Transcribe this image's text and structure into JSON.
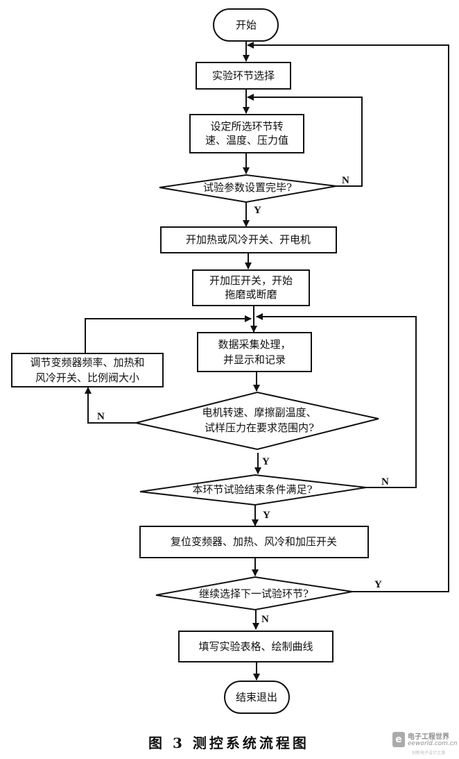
{
  "figure": {
    "caption": "图 3   测控系统流程图"
  },
  "nodes": {
    "start": {
      "type": "terminal",
      "label": "开始"
    },
    "select_stage": {
      "type": "process",
      "label": "实验环节选择"
    },
    "set_params": {
      "type": "process",
      "lines": [
        "设定所选环节转",
        "速、温度、压力值"
      ]
    },
    "params_done": {
      "type": "decision",
      "label": "试验参数设置完毕?"
    },
    "open_heat_motor": {
      "type": "process",
      "label": "开加热或风冷开关、开电机"
    },
    "open_pressure": {
      "type": "process",
      "lines": [
        "开加压开关，开始",
        "拖磨或断磨"
      ]
    },
    "data_acq": {
      "type": "process",
      "lines": [
        "数据采集处理，",
        "并显示和记录"
      ]
    },
    "adjust": {
      "type": "process",
      "lines": [
        "调节变频器频率、加热和",
        "风冷开关、比例阀大小"
      ]
    },
    "in_range": {
      "type": "decision",
      "lines": [
        "电机转速、摩擦副温度、",
        "试样压力在要求范围内?"
      ]
    },
    "stage_end": {
      "type": "decision",
      "label": "本环节试验结束条件满足?"
    },
    "reset": {
      "type": "process",
      "label": "复位变频器、加热、风冷和加压开关"
    },
    "next_stage": {
      "type": "decision",
      "label": "继续选择下一试验环节?"
    },
    "fill_table": {
      "type": "process",
      "label": "填写实验表格、绘制曲线"
    },
    "end": {
      "type": "terminal",
      "label": "结束退出"
    }
  },
  "edges": [
    {
      "from": "start",
      "to": "select_stage",
      "label": ""
    },
    {
      "from": "select_stage",
      "to": "set_params",
      "label": ""
    },
    {
      "from": "set_params",
      "to": "params_done",
      "label": ""
    },
    {
      "from": "params_done",
      "to": "set_params",
      "label": "N"
    },
    {
      "from": "params_done",
      "to": "open_heat_motor",
      "label": "Y"
    },
    {
      "from": "open_heat_motor",
      "to": "open_pressure",
      "label": ""
    },
    {
      "from": "open_pressure",
      "to": "data_acq",
      "label": ""
    },
    {
      "from": "data_acq",
      "to": "in_range",
      "label": ""
    },
    {
      "from": "in_range",
      "to": "adjust",
      "label": "N"
    },
    {
      "from": "adjust",
      "to": "data_acq",
      "label": ""
    },
    {
      "from": "in_range",
      "to": "stage_end",
      "label": "Y"
    },
    {
      "from": "stage_end",
      "to": "data_acq",
      "label": "N"
    },
    {
      "from": "stage_end",
      "to": "reset",
      "label": "Y"
    },
    {
      "from": "reset",
      "to": "next_stage",
      "label": ""
    },
    {
      "from": "next_stage",
      "to": "select_stage",
      "label": "Y"
    },
    {
      "from": "next_stage",
      "to": "fill_table",
      "label": "N"
    },
    {
      "from": "fill_table",
      "to": "end",
      "label": ""
    }
  ],
  "labels": {
    "yes": "Y",
    "no": "N"
  },
  "watermark": {
    "logo": "e",
    "name": "电子工程世界",
    "url": "eeworld.com.cn",
    "tagline": "创新电子设计之源"
  }
}
